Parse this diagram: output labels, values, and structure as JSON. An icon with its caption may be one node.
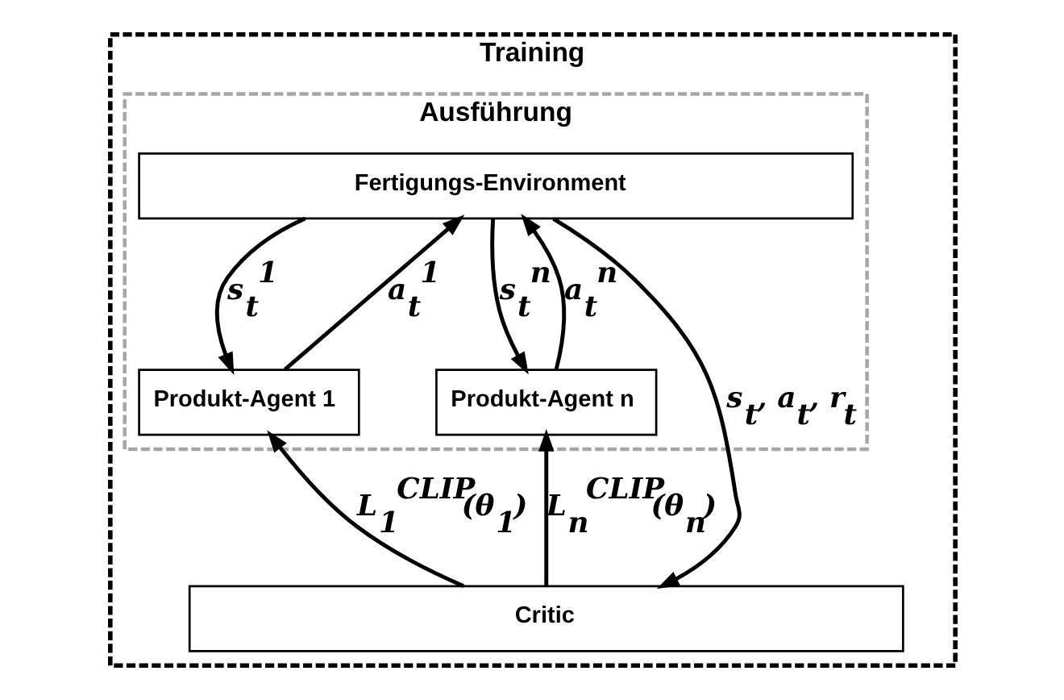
{
  "diagram": {
    "nodes": [
      {
        "text": [
          "Training"
        ]
      },
      {
        "text": [
          "Ausführung"
        ],
        "in": 0
      },
      {
        "text": [
          "Fertigungs-Environment"
        ],
        "in": 1
      },
      {
        "text": [
          "Produkt-Agent 1"
        ],
        "in": 1
      },
      {
        "text": [
          "Produkt-Agent n"
        ],
        "in": 1
      },
      {
        "text": [
          "Critic"
        ],
        "in": 0
      }
    ],
    "edges": [
      {
        "from": 2,
        "to": 3,
        "arrow": "to",
        "label": "s$_{t}$$^{1}$"
      },
      {
        "from": 3,
        "to": 2,
        "arrow": "to",
        "label": "a$_{t}$$^{1}$"
      },
      {
        "from": 2,
        "to": 4,
        "arrow": "to",
        "label": "s$_{t}$$^{n}$"
      },
      {
        "from": 4,
        "to": 2,
        "arrow": "to",
        "label": "a$_{t}$$^{n}$"
      },
      {
        "from": 5,
        "to": 3,
        "arrow": "to",
        "label": "L$_{1}$$^{CLIP}$(θ$_{1}$)"
      },
      {
        "from": 5,
        "to": 4,
        "arrow": "to",
        "label": "L$_{n}$$^{CLIP}$(θ$_{n}$)"
      },
      {
        "from": 2,
        "to": 5,
        "arrow": "to",
        "label": "s$_{t}$, a$_{t}$, r$_{t}$"
      }
    ]
  }
}
